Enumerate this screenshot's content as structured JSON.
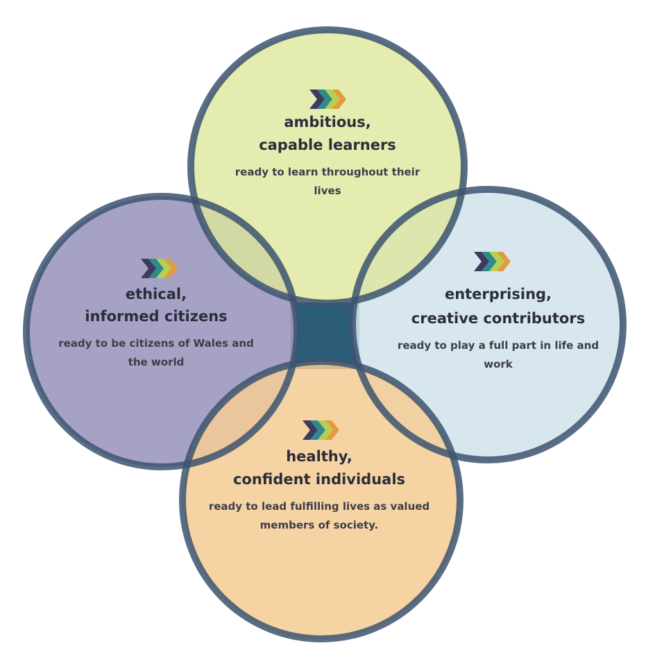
{
  "colors": {
    "outline": "#3c5470",
    "center_square": "#2b5d78",
    "chevron_dark": "#3d3a5e",
    "chevron_teal": "#2f8a8c",
    "chevron_green": "#b5cf55",
    "chevron_orange": "#e49a3e"
  },
  "purposes": [
    {
      "key": "ambitious",
      "fill": "#dfe79c",
      "icon": "chevrons-icon",
      "heading_lines": [
        "ambitious,",
        "capable learners"
      ],
      "sub_lines": [
        "ready to learn throughout their",
        "lives"
      ]
    },
    {
      "key": "enterprising",
      "fill": "#d3e2ec",
      "icon": "chevrons-icon",
      "heading_lines": [
        "enterprising,",
        "creative contributors"
      ],
      "sub_lines": [
        "ready to play a full part in life and",
        "work"
      ]
    },
    {
      "key": "ethical",
      "fill": "#9e9ac0",
      "icon": "chevrons-icon",
      "heading_lines": [
        "ethical,",
        "informed citizens"
      ],
      "sub_lines": [
        "ready to be citizens of Wales and",
        "the world"
      ]
    },
    {
      "key": "healthy",
      "fill": "#f4cc94",
      "icon": "chevrons-icon",
      "heading_lines": [
        "healthy,",
        "confident individuals"
      ],
      "sub_lines": [
        "ready to lead fulfilling lives as valued",
        "members of society."
      ]
    }
  ]
}
